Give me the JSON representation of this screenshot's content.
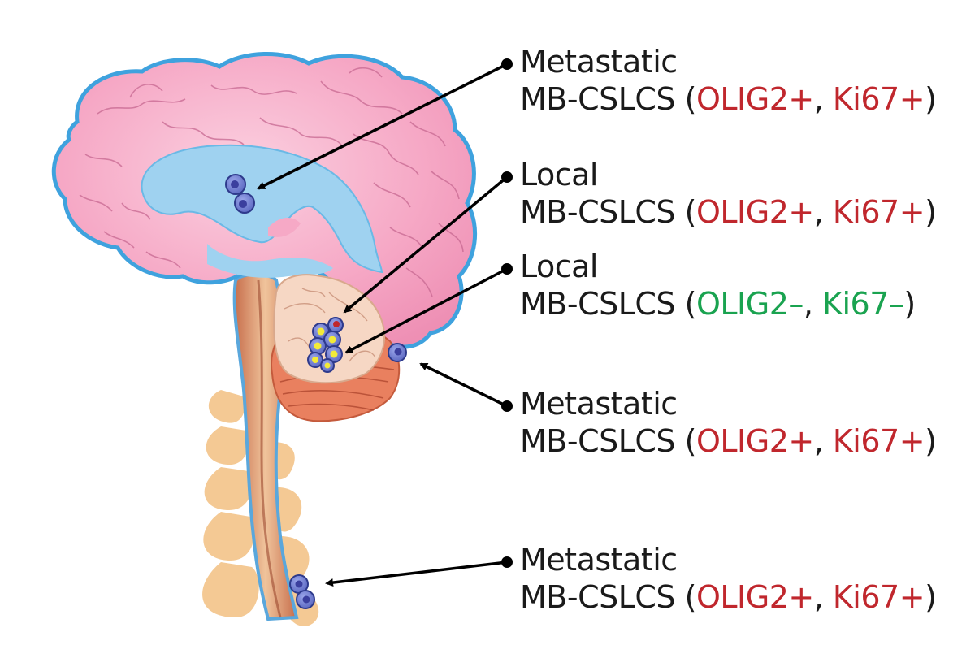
{
  "colors": {
    "positive": "#c0272d",
    "negative": "#1aa350",
    "text": "#1a1a1a",
    "brain": "#f6a9c6",
    "brain_outline": "#5aa7dc",
    "ventricle": "#9fd2f0",
    "cell": "#6f7fd0",
    "yellow_cell": "#f3ea38"
  },
  "labels": [
    {
      "id": "label-1",
      "category": "Metastatic",
      "cells": "MB-CSLCS",
      "marker1": "OLIG2+",
      "marker2": "Ki67+",
      "status": "positive"
    },
    {
      "id": "label-2",
      "category": "Local",
      "cells": "MB-CSLCS",
      "marker1": "OLIG2+",
      "marker2": "Ki67+",
      "status": "positive"
    },
    {
      "id": "label-3",
      "category": "Local",
      "cells": "MB-CSLCS",
      "marker1": "OLIG2–",
      "marker2": "Ki67–",
      "status": "negative"
    },
    {
      "id": "label-4",
      "category": "Metastatic",
      "cells": "MB-CSLCS",
      "marker1": "OLIG2+",
      "marker2": "Ki67+",
      "status": "positive"
    },
    {
      "id": "label-5",
      "category": "Metastatic",
      "cells": "MB-CSLCS",
      "marker1": "OLIG2+",
      "marker2": "Ki67+",
      "status": "positive"
    }
  ]
}
